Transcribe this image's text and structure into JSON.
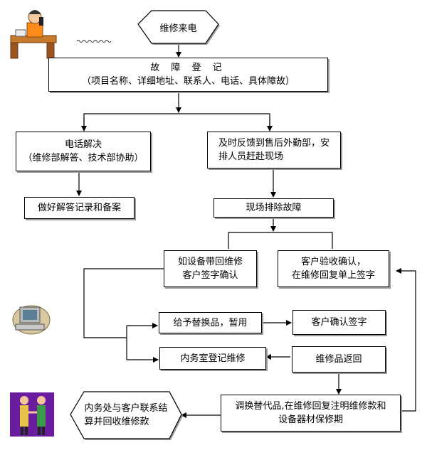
{
  "nodes": {
    "start": "维修来电",
    "register_title": "故 障 登 记",
    "register_detail": "（项目名称、详细地址、联系人、电话、具体障故）",
    "phone_title": "电话解决",
    "phone_detail": "（维修部解答、技术部协助）",
    "feedback_line1": "及时反馈到售后外勤部，安",
    "feedback_line2": "排人员赶赴现场",
    "record": "做好解答记录和备案",
    "onsite": "现场排除故障",
    "return_line1": "如设备带回维修",
    "return_line2": "客户签字确认",
    "accept_line1": "客户验收确认，",
    "accept_line2": "在维修回复单上签字",
    "substitute": "给予替换品，暂用",
    "confirm_sign": "客户确认签字",
    "office_register": "内务室登记维修",
    "repaired_return": "维修品返回",
    "replace_line1": "调换替代品,在维修回复注明维修款和",
    "replace_line2": "设备器材保修期",
    "settle_line1": "内务处与客户联系结",
    "settle_line2": "算并回收维修款"
  },
  "colors": {
    "line": "#000000",
    "shadow": "#9a9a9a"
  },
  "icons": {
    "phone_clerk": "person-at-desk-phone-icon",
    "ring_wave": "phone-ring-wave-icon",
    "computer": "computer-icon",
    "handshake": "handshake-people-icon"
  }
}
